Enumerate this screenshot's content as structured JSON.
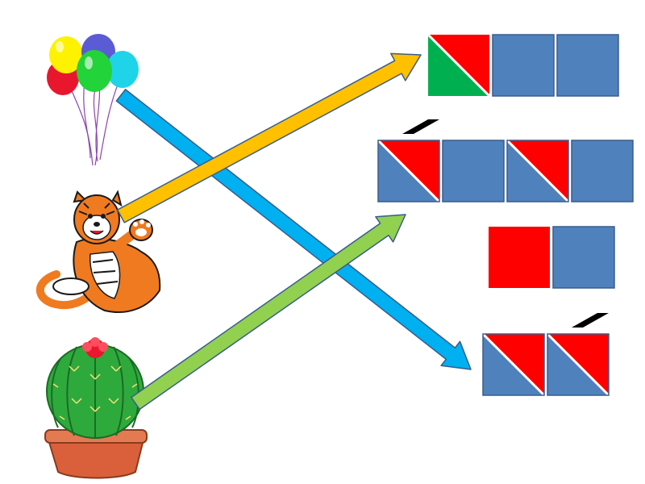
{
  "colors": {
    "background": "#ffffff",
    "vowel": "#ff0000",
    "soft_consonant": "#00b050",
    "hard_consonant": "#4f81bd",
    "tile_border": "#385d8a",
    "stress_mark": "#000000",
    "arrow_balloons": "#00b0f0",
    "arrow_tiger": "#ffc000",
    "arrow_cactus": "#92d050",
    "arrow_outline": "#385d8a"
  },
  "pictures": [
    {
      "name": "balloons-picture",
      "icon": "balloons"
    },
    {
      "name": "tiger-picture",
      "icon": "tiger"
    },
    {
      "name": "cactus-picture",
      "icon": "cactus"
    }
  ],
  "schemes": [
    {
      "name": "word-scheme-1",
      "tiles": [
        "soft-merge",
        "hard",
        "hard"
      ],
      "stress_on": null
    },
    {
      "name": "word-scheme-2",
      "tiles": [
        "hard-merge",
        "hard",
        "hard-merge-half",
        "hard"
      ],
      "stress_on": 0
    },
    {
      "name": "word-scheme-3",
      "tiles": [
        "vowel",
        "hard"
      ],
      "stress_on": null
    },
    {
      "name": "word-scheme-4",
      "tiles": [
        "hard-merge",
        "hard-merge"
      ],
      "stress_on": 1
    }
  ],
  "connections": [
    {
      "name": "arrow-balloons-to-scheme-4",
      "from": "balloons",
      "to": "word-scheme-4",
      "color_key": "arrow_balloons"
    },
    {
      "name": "arrow-tiger-to-scheme-1",
      "from": "tiger",
      "to": "word-scheme-1",
      "color_key": "arrow_tiger"
    },
    {
      "name": "arrow-cactus-to-scheme-2",
      "from": "cactus",
      "to": "word-scheme-2",
      "color_key": "arrow_cactus"
    }
  ]
}
